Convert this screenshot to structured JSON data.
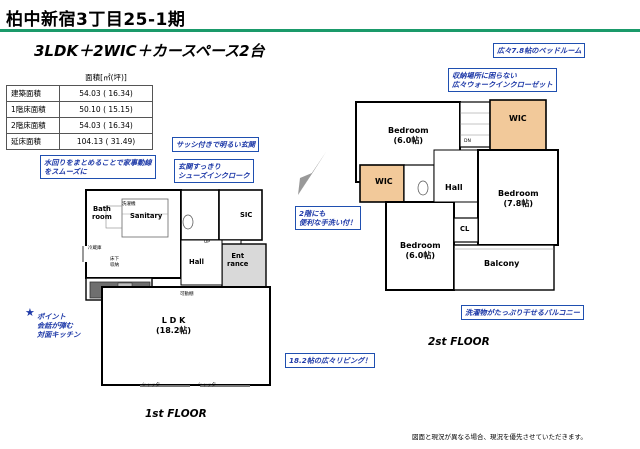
{
  "header": {
    "title": "柏中新宿3丁目25-1期",
    "subtitle": "3LDK＋2WIC＋カースペース2台"
  },
  "area_table": {
    "header": "面積[㎡(坪)]",
    "rows": [
      {
        "label": "建築面積",
        "value": "54.03 ( 16.34)"
      },
      {
        "label": "1階床面積",
        "value": "50.10 ( 15.15)"
      },
      {
        "label": "2階床面積",
        "value": "54.03 ( 16.34)"
      },
      {
        "label": "延床面積",
        "value": "104.13 ( 31.49)"
      }
    ]
  },
  "notes": {
    "entrance": "サッシ付きで明るい玄関",
    "water_1": "水回りをまとめることで家事動線",
    "water_2": "をスムーズに",
    "shoes_1": "玄関すっきり",
    "shoes_2": "シューズインクローク",
    "basin_1": "2階にも",
    "basin_2": "便利な手洗い付！",
    "point_1": "ポイント",
    "point_2": "会話が弾む",
    "point_3": "対面キッチン",
    "living": "18.2帖の広々リビング！",
    "bedroom": "広々7.8帖のベッドルーム",
    "wic_1": "収納場所に困らない",
    "wic_2": "広々ウォークインクローゼット",
    "balcony": "洗濯物がたっぷり干せるバルコニー"
  },
  "floor1": {
    "label": "1st FLOOR",
    "bath_1": "Bath",
    "bath_2": "room",
    "sanitary": "Sanitary",
    "sic": "SIC",
    "hall": "Hall",
    "entrance_1": "Ent",
    "entrance_2": "rance",
    "ldk_1": "L D K",
    "ldk_2": "(18.2帖)",
    "washer": "洗濯機",
    "fridge": "冷蔵庫",
    "storage_1": "床下",
    "storage_2": "収納",
    "shelf": "可動棚",
    "up": "UP",
    "shutter_1": "シャッター",
    "shutter_2": "シャッター"
  },
  "floor2": {
    "label": "2st FLOOR",
    "bed1_1": "Bedroom",
    "bed1_2": "(6.0帖)",
    "bed2_1": "Bedroom",
    "bed2_2": "(7.8帖)",
    "bed3_1": "Bedroom",
    "bed3_2": "(6.0帖)",
    "wic_left": "WIC",
    "wic_right": "WIC",
    "hall": "Hall",
    "cl": "CL",
    "balcony": "Balcony",
    "dn": "DN"
  },
  "footer": {
    "disclaimer": "図面と現況が異なる場合、現況を優先させていただきます。"
  },
  "colors": {
    "accent_green": "#1a9a6a",
    "note_blue": "#1f4fb0",
    "wic_orange": "#f2c99a",
    "floor_grey": "#d9d9d9",
    "counter_grey": "#6f6f6f"
  }
}
